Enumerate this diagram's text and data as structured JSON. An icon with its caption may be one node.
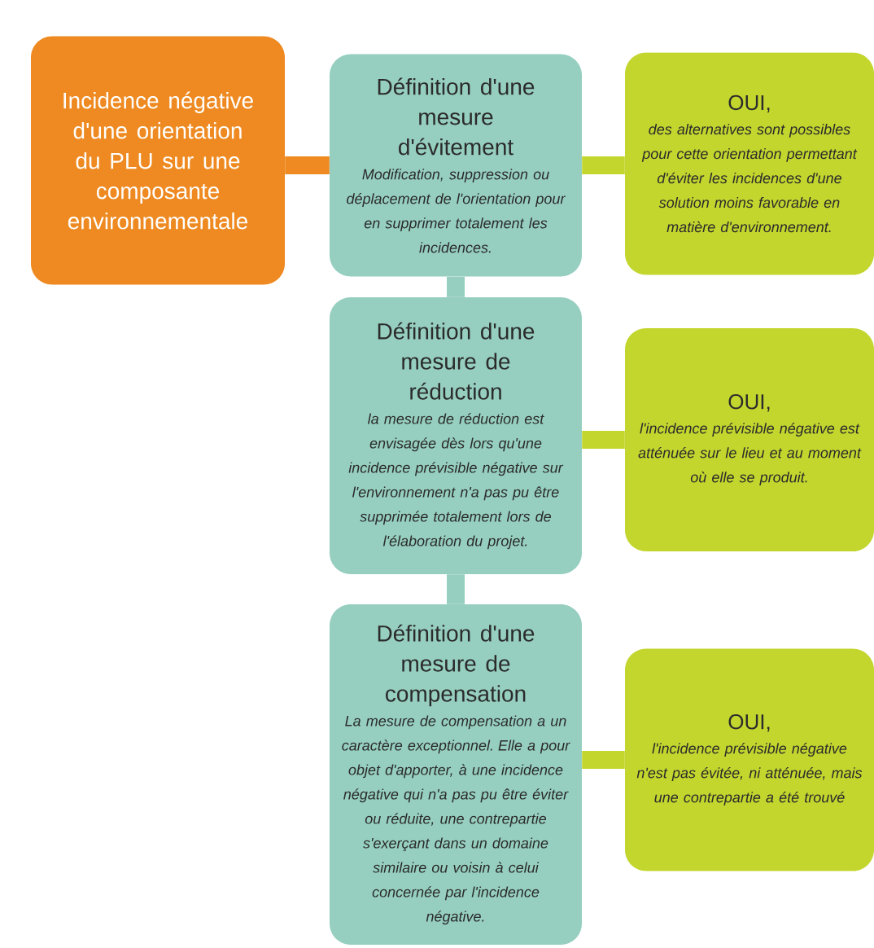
{
  "diagram": {
    "nodes": [
      {
        "text": [
          "Incidence négative d'une orientation du PLU sur une composante environnementale"
        ]
      },
      {
        "text": [
          "Définition d'une mesure d'évitement",
          "Modification, suppression ou déplacement de l'orientation pour en supprimer totalement les incidences."
        ]
      },
      {
        "text": [
          "OUI,",
          "des alternatives sont possibles pour cette orientation permettant d'éviter les incidences d'une solution moins favorable en matière d'environnement."
        ]
      },
      {
        "text": [
          "Définition d'une mesure de réduction",
          "la mesure de réduction est envisagée dès lors qu'une incidence prévisible négative sur l'environnement n'a pas pu être supprimée totalement lors de l'élaboration du projet."
        ]
      },
      {
        "text": [
          "OUI,",
          "l'incidence prévisible négative est atténuée sur le lieu et au moment où elle se produit."
        ]
      },
      {
        "text": [
          "Définition d'une mesure de compensation",
          "La mesure de compensation a un caractère exceptionnel. Elle a pour objet d'apporter, à une incidence négative qui n'a pas pu être éviter ou réduite, une contrepartie s'exerçant dans un domaine similaire ou voisin à celui concernée par l'incidence négative."
        ]
      },
      {
        "text": [
          "OUI,",
          "l'incidence prévisible négative n'est pas évitée, ni atténuée, mais une contrepartie a été trouvé"
        ]
      }
    ],
    "edges": [
      {
        "from": 0,
        "to": 1,
        "arrow": "none",
        "color": "#ee8a21"
      },
      {
        "from": 1,
        "to": 2,
        "arrow": "none"
      },
      {
        "from": 1,
        "to": 3,
        "arrow": "none",
        "color": "#96cfc0"
      },
      {
        "from": 3,
        "to": 4,
        "arrow": "none"
      },
      {
        "from": 3,
        "to": 5,
        "arrow": "none",
        "color": "#96cfc0"
      },
      {
        "from": 5,
        "to": 6,
        "arrow": "none"
      }
    ]
  }
}
